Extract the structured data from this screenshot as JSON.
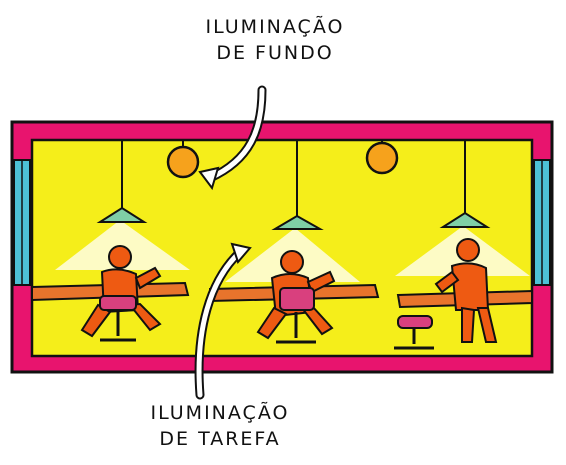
{
  "labels": {
    "background_lighting": {
      "line1": "ILUMINAÇÃO",
      "line2": "DE FUNDO"
    },
    "task_lighting": {
      "line1": "ILUMINAÇÃO",
      "line2": "DE TAREFA"
    }
  },
  "colors": {
    "wall": "#e8146e",
    "room_fill": "#f5ee1a",
    "desk": "#e8742c",
    "person": "#ee5a12",
    "chair": "#d9407e",
    "lamp_shade": "#7fcfa6",
    "bulb": "#f6a21c",
    "glass": "#4dc1d6",
    "ink": "#111111"
  }
}
